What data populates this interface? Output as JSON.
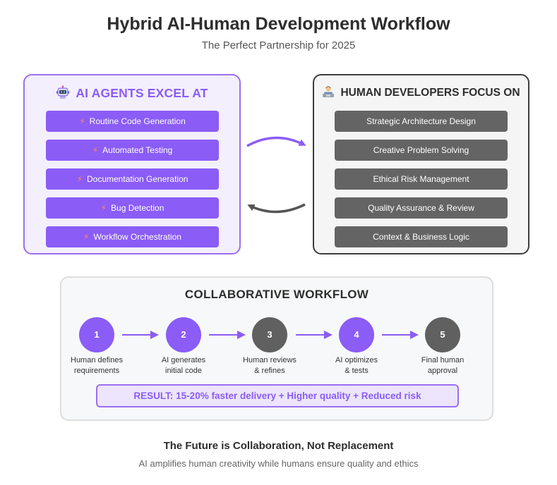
{
  "header": {
    "title": "Hybrid AI-Human Development Workflow",
    "subtitle": "The Perfect Partnership for 2025"
  },
  "ai_panel": {
    "heading": "AI AGENTS EXCEL AT",
    "icon": "robot-icon",
    "item_icon": "lightning-icon",
    "items": [
      "Routine Code Generation",
      "Automated Testing",
      "Documentation Generation",
      "Bug Detection",
      "Workflow Orchestration"
    ]
  },
  "human_panel": {
    "heading": "HUMAN DEVELOPERS FOCUS ON",
    "icon": "developer-icon",
    "items": [
      "Strategic Architecture Design",
      "Creative Problem Solving",
      "Ethical Risk Management",
      "Quality Assurance & Review",
      "Context & Business Logic"
    ]
  },
  "workflow": {
    "title": "COLLABORATIVE WORKFLOW",
    "steps": [
      {
        "number": "1",
        "line1": "Human defines",
        "line2": "requirements",
        "actor": "ai"
      },
      {
        "number": "2",
        "line1": "AI generates",
        "line2": "initial code",
        "actor": "ai"
      },
      {
        "number": "3",
        "line1": "Human reviews",
        "line2": "& refines",
        "actor": "human"
      },
      {
        "number": "4",
        "line1": "AI optimizes",
        "line2": "& tests",
        "actor": "ai"
      },
      {
        "number": "5",
        "line1": "Final human",
        "line2": "approval",
        "actor": "human"
      }
    ],
    "result": "RESULT: 15-20% faster delivery + Higher quality + Reduced risk"
  },
  "footer": {
    "title": "The Future is Collaboration, Not Replacement",
    "subtitle": "AI amplifies human creativity while humans ensure quality and ethics"
  },
  "colors": {
    "ai_purple": "#8b5cf6",
    "ai_border": "#9a6ff0",
    "ai_panel_bg": "#f3effd",
    "human_gray": "#646464",
    "human_border": "#3d3d3d",
    "human_panel_bg": "#f5f5f5",
    "bolt": "#ff8a5c"
  }
}
